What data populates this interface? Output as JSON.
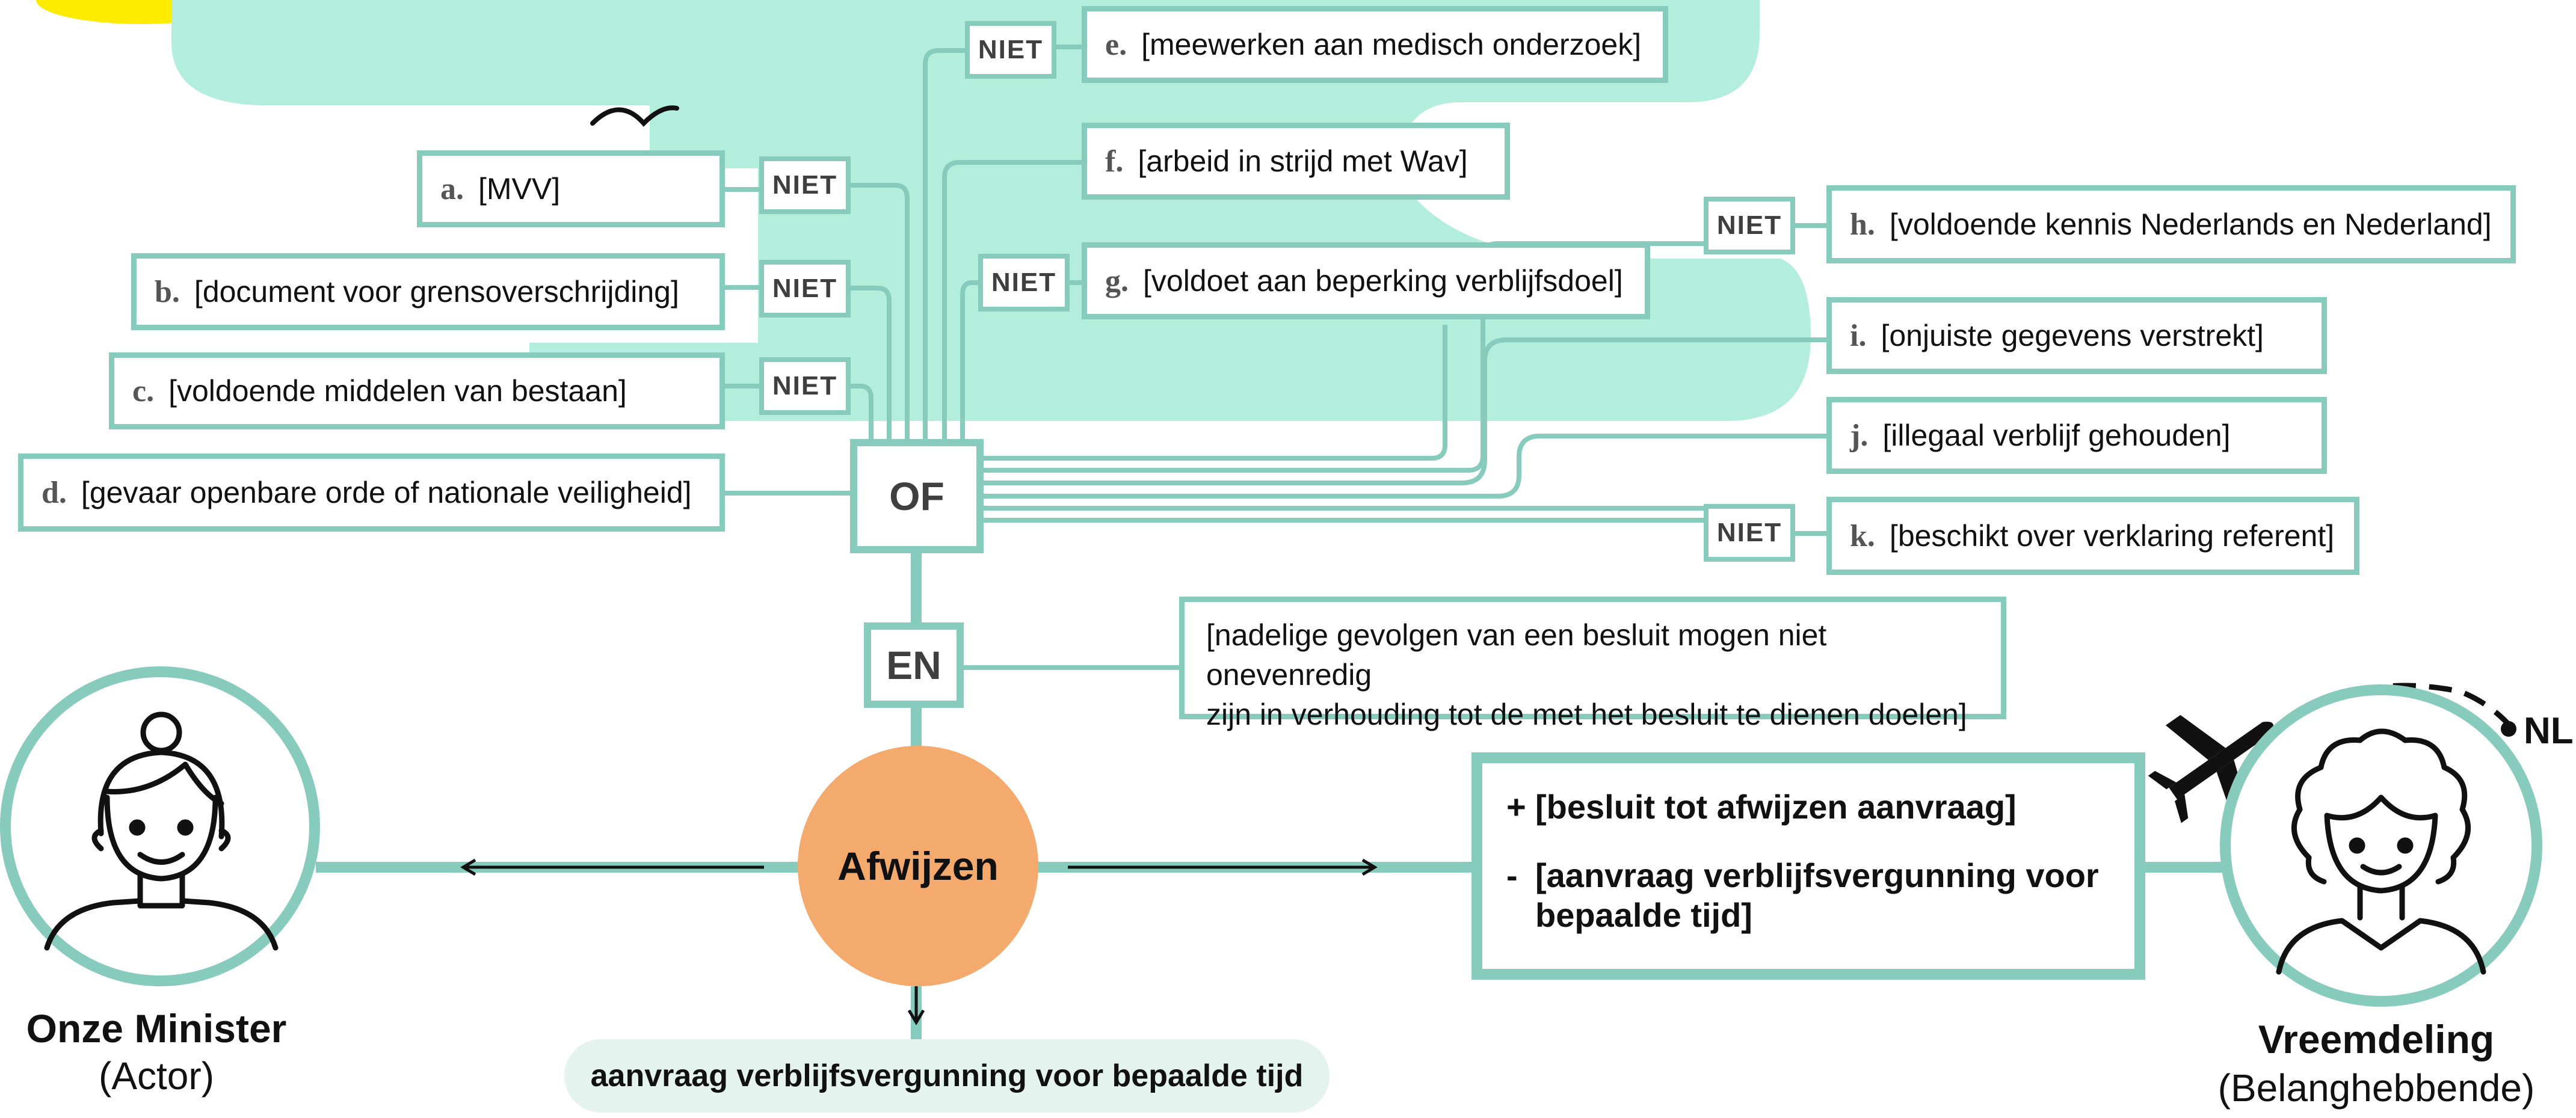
{
  "conditions": {
    "a": {
      "letter": "a.",
      "text": "[MVV]",
      "niet": "NIET"
    },
    "b": {
      "letter": "b.",
      "text": "[document voor grensoverschrijding]",
      "niet": "NIET"
    },
    "c": {
      "letter": "c.",
      "text": "[voldoende middelen van bestaan]",
      "niet": "NIET"
    },
    "d": {
      "letter": "d.",
      "text": "[gevaar openbare orde of nationale veiligheid]"
    },
    "e": {
      "letter": "e.",
      "text": "[meewerken aan medisch onderzoek]",
      "niet": "NIET"
    },
    "f": {
      "letter": "f.",
      "text": "[arbeid in strijd met Wav]"
    },
    "g": {
      "letter": "g.",
      "text": "[voldoet aan beperking verblijfsdoel]",
      "niet": "NIET"
    },
    "h": {
      "letter": "h.",
      "text": "[voldoende kennis Nederlands en Nederland]",
      "niet": "NIET"
    },
    "i": {
      "letter": "i.",
      "text": "[onjuiste gegevens verstrekt]"
    },
    "j": {
      "letter": "j.",
      "text": "[illegaal verblijf gehouden]"
    },
    "k": {
      "letter": "k.",
      "text": "[beschikt over verklaring referent]",
      "niet": "NIET"
    }
  },
  "operators": {
    "or": "OF",
    "and": "EN"
  },
  "proportionality": {
    "line1": "[nadelige gevolgen van een besluit mogen niet onevenredig",
    "line2": "zijn in verhouding tot de met het besluit te dienen doelen]"
  },
  "decision": {
    "label": "Afwijzen"
  },
  "object": {
    "label": "aanvraag verblijfsvergunning voor bepaalde tijd"
  },
  "result": {
    "plus_sign": "+",
    "plus_text": "[besluit tot afwijzen aanvraag]",
    "minus_sign": "-",
    "minus_line1": "[aanvraag verblijfsvergunning voor",
    "minus_line2": "bepaalde tijd]"
  },
  "actor": {
    "name": "Onze Minister",
    "role": "(Actor)"
  },
  "stakeholder": {
    "name": "Vreemdeling",
    "role": "(Belanghebbende)"
  },
  "destination": "NL",
  "colors": {
    "line": "#87cbbd",
    "cloud": "#b2eedb",
    "sun": "#ffeb00",
    "sun_glow": "#fdf6c0",
    "decision": "#f4a96d",
    "pill": "#e4f3ee"
  },
  "icons": [
    "sun-icon",
    "cloud-icon",
    "bird-icon",
    "airplane-icon",
    "minister-avatar-icon",
    "foreigner-avatar-icon"
  ]
}
